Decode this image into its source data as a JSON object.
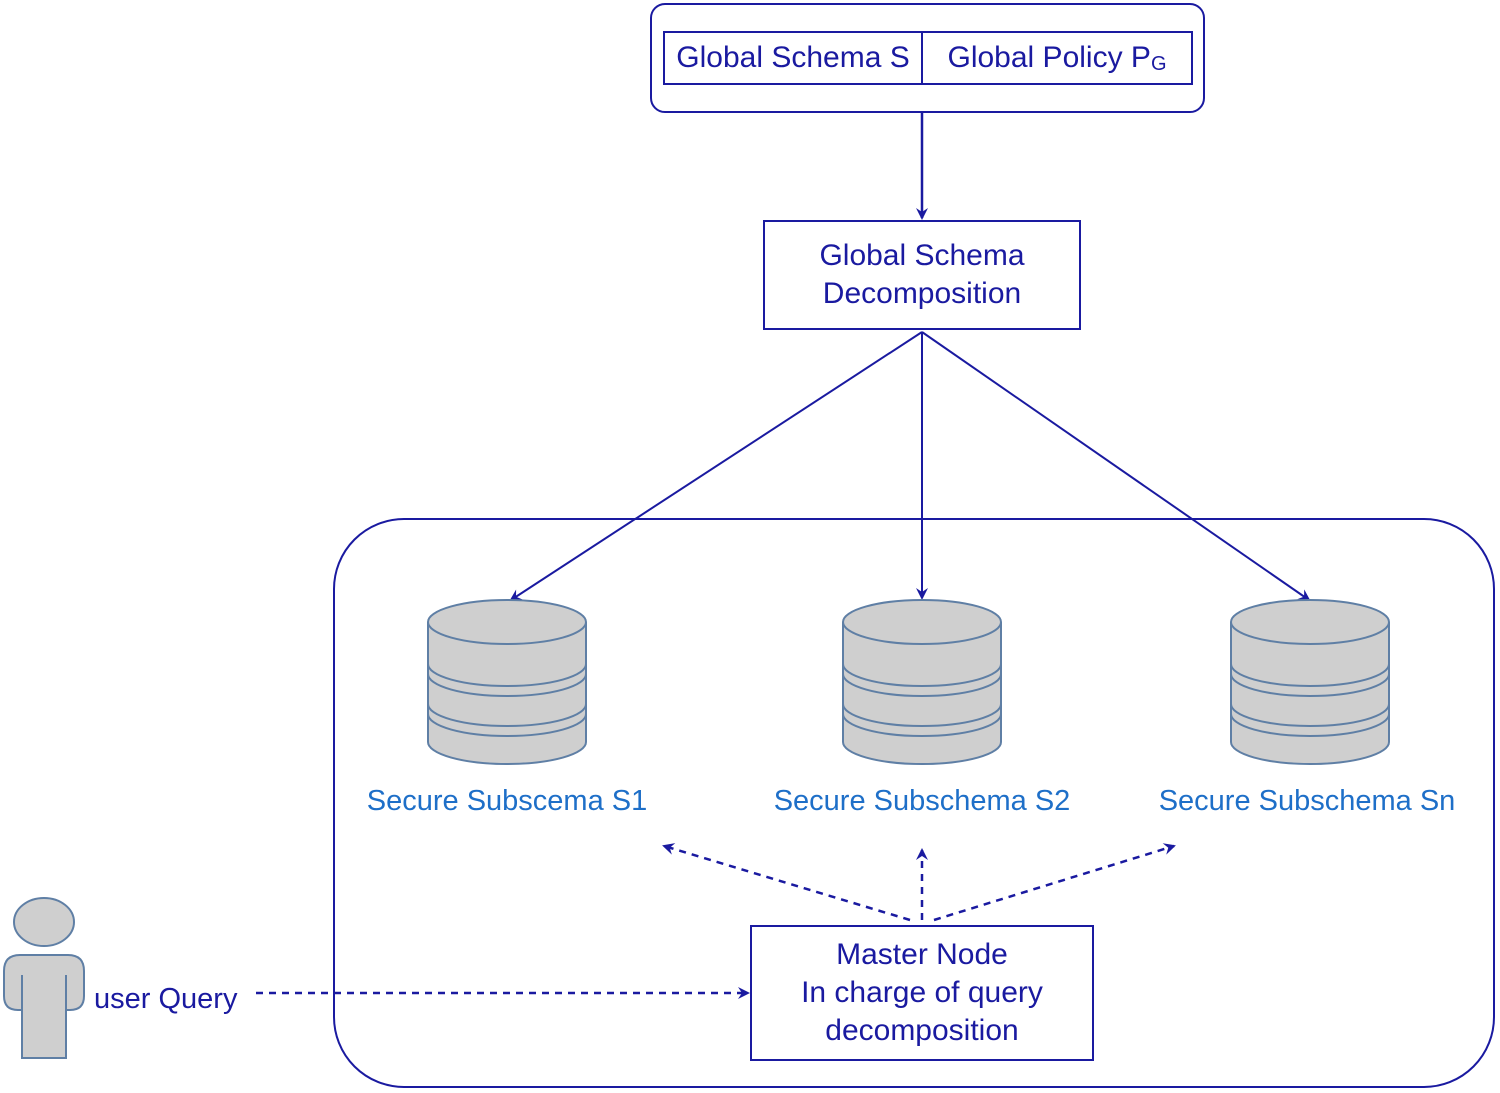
{
  "colors": {
    "stroke": "#1a1aa0",
    "db_label": "#1e6fc8",
    "db_fill": "#cfcfcf",
    "db_stroke": "#5f7fa5"
  },
  "top": {
    "schema_label": "Global Schema S",
    "policy_label": "Global Policy P",
    "policy_subscript": "G"
  },
  "decomposition": {
    "line1": "Global Schema",
    "line2": "Decomposition"
  },
  "databases": [
    {
      "label": "Secure Subscema S1",
      "icon": "database-icon"
    },
    {
      "label": "Secure Subschema S2",
      "icon": "database-icon"
    },
    {
      "label": "Secure Subschema Sn",
      "icon": "database-icon"
    }
  ],
  "master": {
    "line1": "Master Node",
    "line2": "In charge of query",
    "line3": "decomposition"
  },
  "user": {
    "icon": "user-icon",
    "label": "user Query"
  }
}
